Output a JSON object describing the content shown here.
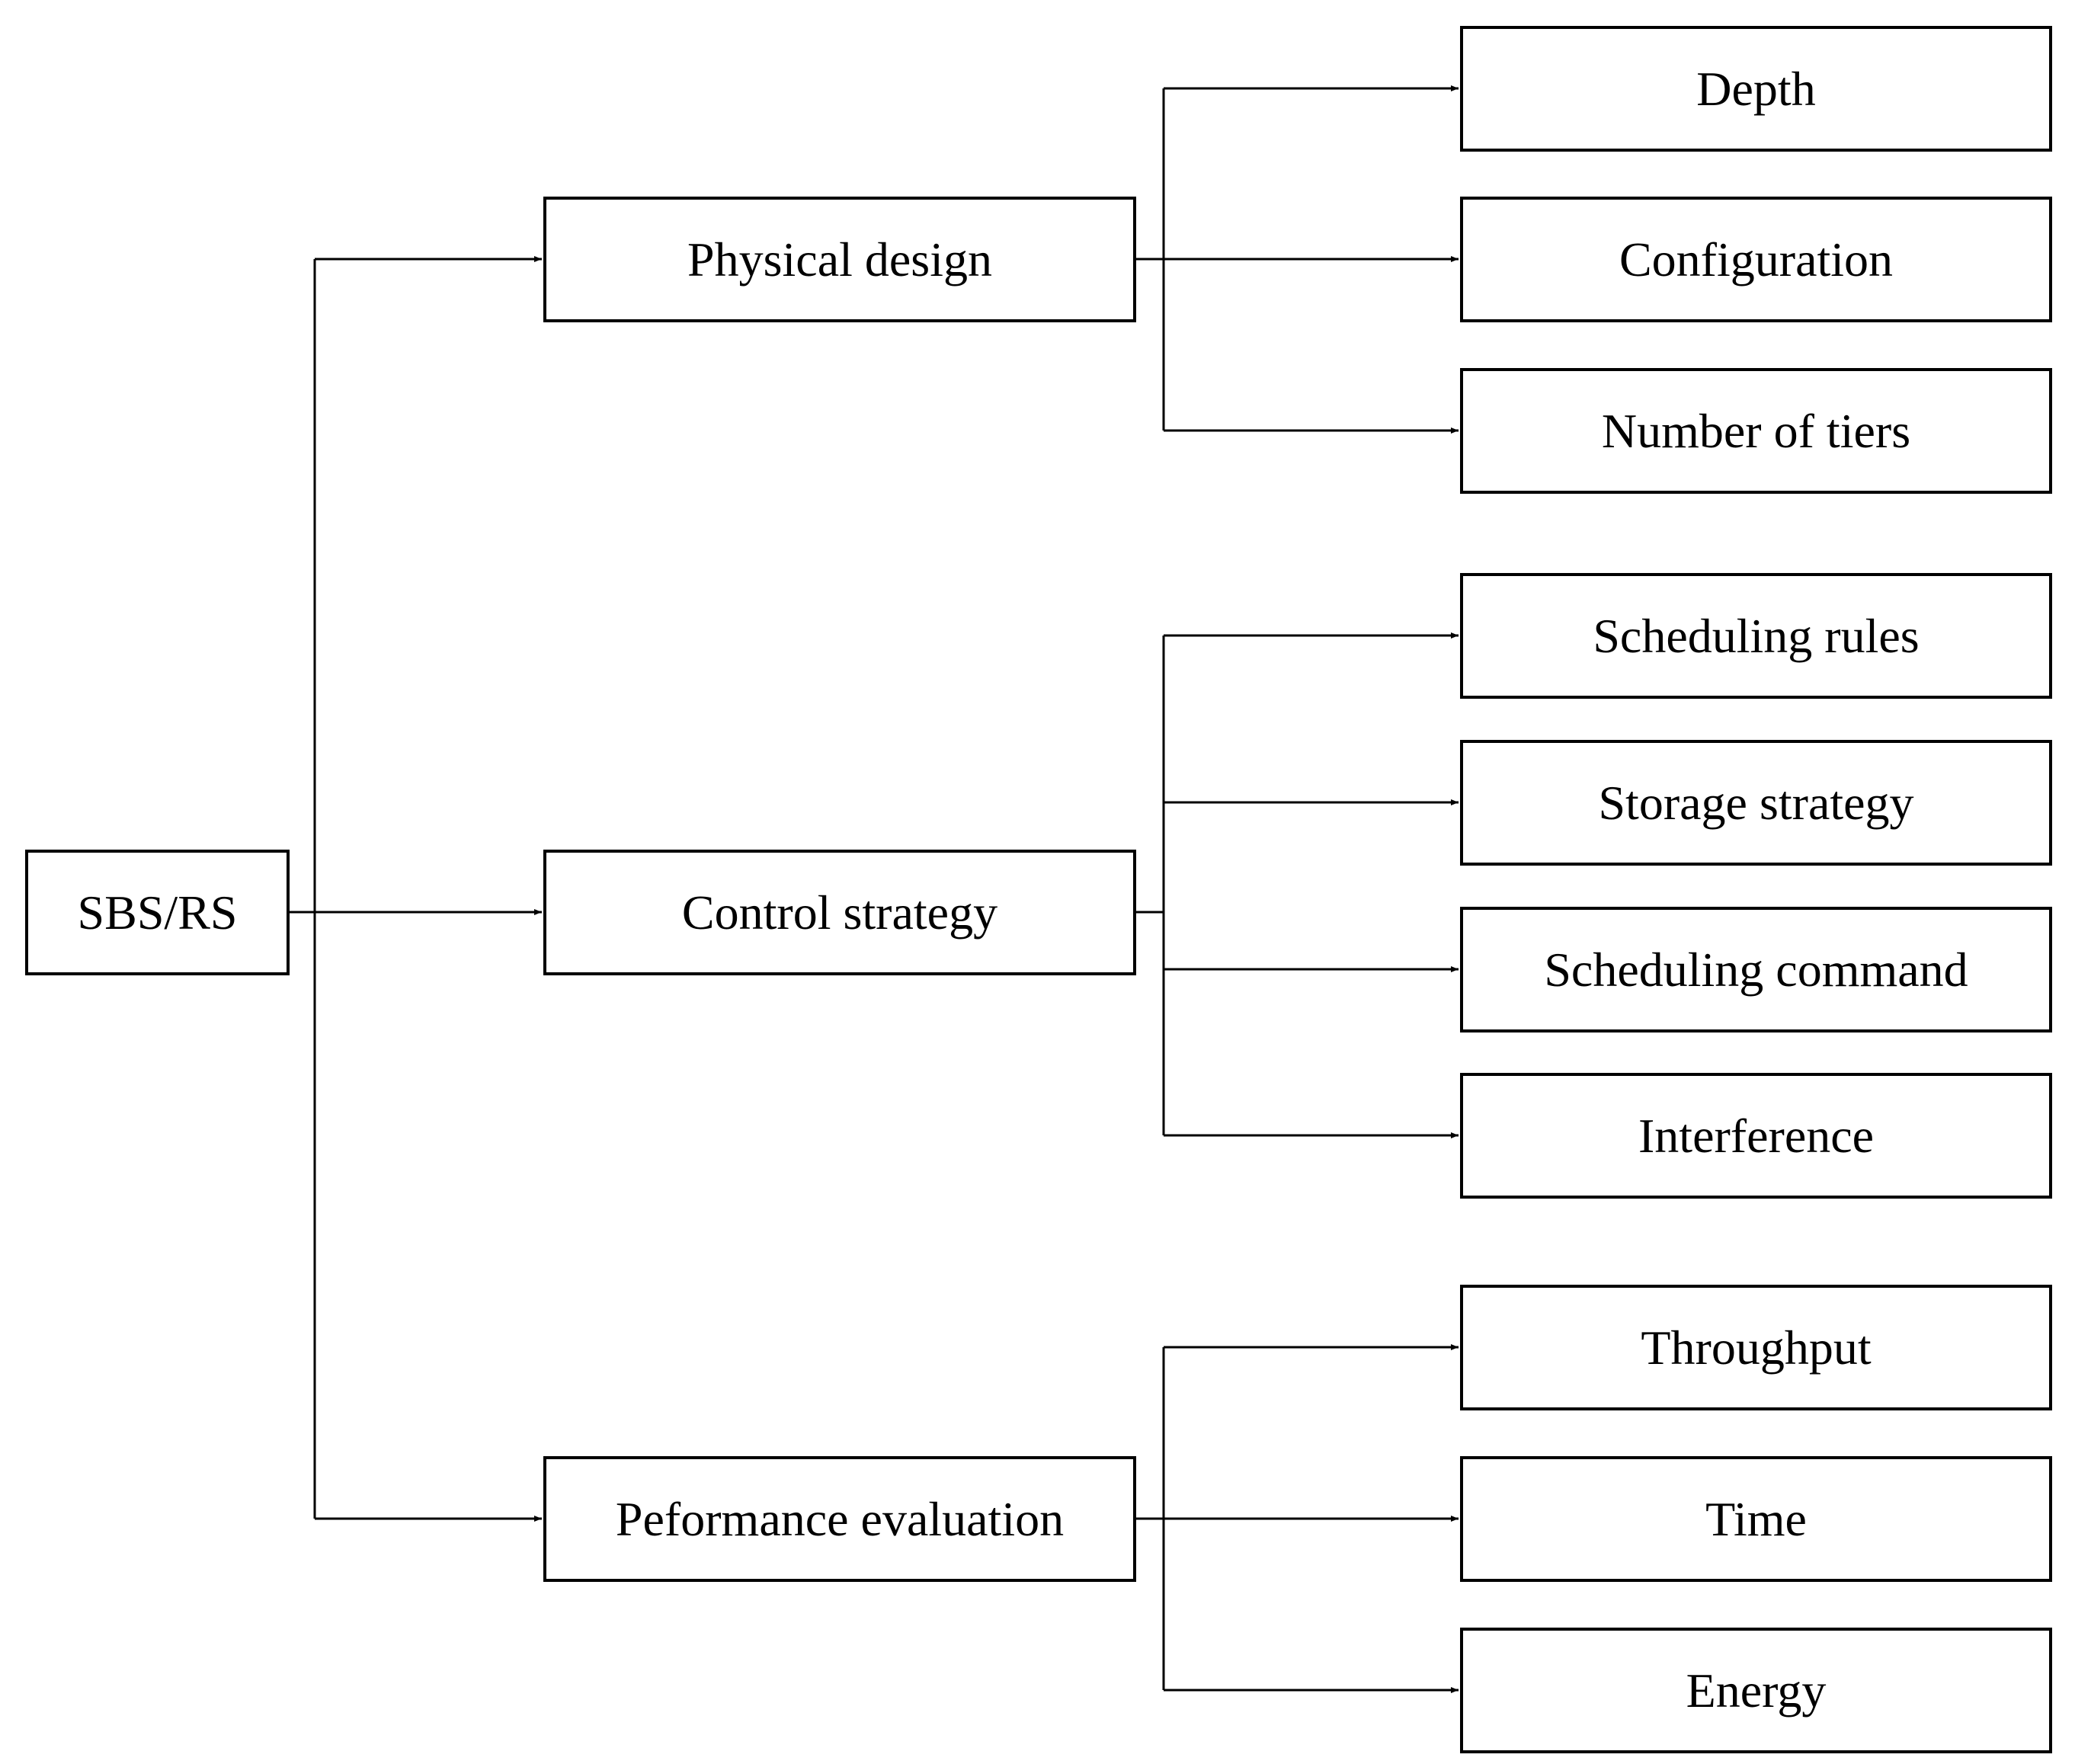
{
  "root": {
    "label": "SBS/RS"
  },
  "categories": [
    {
      "label": "Physical design",
      "children": [
        "Depth",
        "Configuration",
        "Number of tiers"
      ]
    },
    {
      "label": "Control strategy",
      "children": [
        "Scheduling rules",
        "Storage strategy",
        "Scheduling command",
        "Interference"
      ]
    },
    {
      "label": "Peformance evaluation",
      "children": [
        "Throughput",
        "Time",
        "Energy"
      ]
    }
  ]
}
